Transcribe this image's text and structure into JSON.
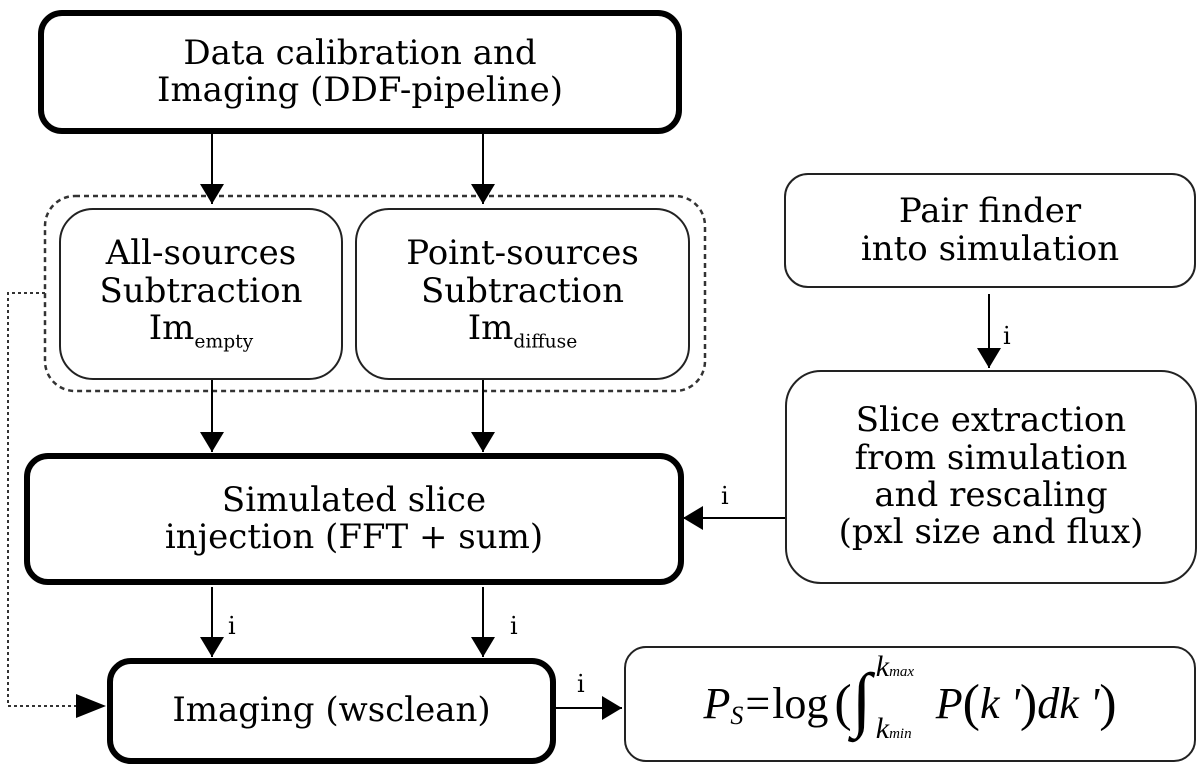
{
  "nodes": {
    "calibration": {
      "lines": [
        "Data calibration and",
        "Imaging (DDF-pipeline)"
      ]
    },
    "all_sources": {
      "lines": [
        "All-sources",
        "Subtraction"
      ],
      "symbol": "Im",
      "subscript": "empty"
    },
    "point_sources": {
      "lines": [
        "Point-sources",
        "Subtraction"
      ],
      "symbol": "Im",
      "subscript": "diffuse"
    },
    "pair_finder": {
      "lines": [
        "Pair finder",
        "into simulation"
      ]
    },
    "slice_extraction": {
      "lines": [
        "Slice extraction",
        "from simulation",
        "and rescaling",
        "(pxl size and flux)"
      ]
    },
    "injection": {
      "lines": [
        "Simulated slice",
        "injection (FFT + sum)"
      ]
    },
    "imaging": {
      "lines": [
        "Imaging (wsclean)"
      ]
    },
    "formula": {
      "lhs": "P",
      "lhs_sub": "S",
      "equals": "=",
      "func": "log",
      "open_paren": "(",
      "integral": "∫",
      "upper_limit": "k",
      "upper_sub": "max",
      "lower_limit": "k",
      "lower_sub": "min",
      "integrand": "P",
      "inner_open": "(",
      "variable": "k '",
      "inner_close": ")",
      "differential": "dk '",
      "close_paren": ")"
    }
  },
  "edge_labels": {
    "pair_to_slice": "i",
    "slice_to_injection": "i",
    "injection_to_imaging_left": "i",
    "injection_to_imaging_right": "i",
    "imaging_to_formula": "i"
  }
}
